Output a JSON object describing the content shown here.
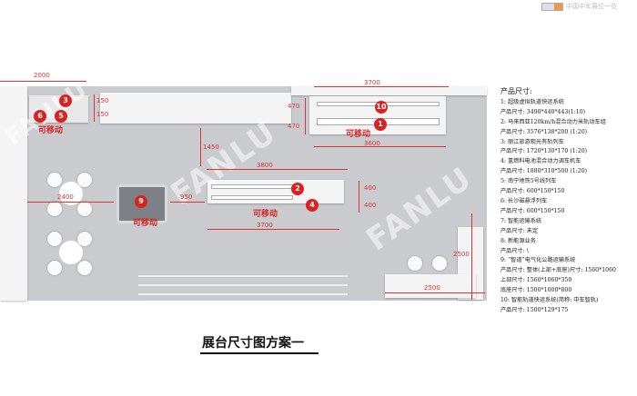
{
  "header": {
    "brand": "中国中车展位一览"
  },
  "watermark": "FANLU",
  "markers": [
    "1",
    "2",
    "3",
    "4",
    "5",
    "6",
    "9",
    "10"
  ],
  "movable_label": "可移动",
  "dimensions": {
    "top_left": "2000",
    "d150a": "150",
    "d150b": "150",
    "d1450": "1450",
    "d2400": "2400",
    "d950": "950",
    "d3700_top": "3700",
    "d470a": "470",
    "d470b": "470",
    "d3600": "3600",
    "d3800": "3800",
    "d400a": "400",
    "d400b": "400",
    "d3700_mid": "3700",
    "d2500_v": "2500",
    "d2500_h": "2500"
  },
  "specs": {
    "title": "产品尺寸:",
    "lines": [
      "1: 超级虚拟轨道快运系统",
      "产品尺寸: 3490*440*443(1:10)",
      "2: 马来西亚120km/h混合动力米轨动车组",
      "产品尺寸: 3576*138*200 (1:20)",
      "3: 丽江旅游观光有轨列车",
      "产品尺寸: 1720*130*170 (1:20)",
      "4: 氢燃料电池混合动力调车机车",
      "产品尺寸: 1880*310*500 (1:20)",
      "5: 南宁地铁5号线列车",
      "产品尺寸: 600*150*150",
      "6: 长沙磁悬浮列车",
      "产品尺寸: 600*150*150",
      "7: 智能运输系统",
      "产品尺寸: 未定",
      "8: 新能源业务",
      "产品尺寸: \\",
      "9: “智道”电气化公路运输系统",
      "产品尺寸: 整体(上部+底座)尺寸: 1560*1060",
      "上部尺寸: 1560*1060*350",
      "底座尺寸: 1500*1000*800",
      "10: 智能轨道快运系统(简称: 中车智轨)",
      "产品尺寸: 1500*129*175"
    ]
  },
  "page_title": "展台尺寸图方案一"
}
